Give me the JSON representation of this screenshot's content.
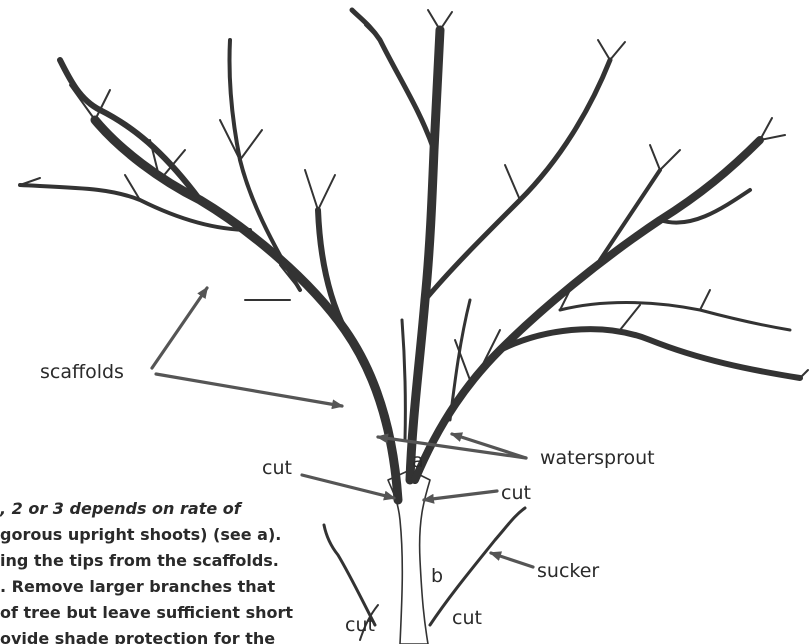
{
  "labels": {
    "scaffolds": "scaffolds",
    "watersprout": "watersprout",
    "sucker": "sucker",
    "cut_left_upper": "cut",
    "cut_right_upper": "cut",
    "cut_bottom_left": "cut",
    "cut_bottom_right": "cut",
    "a": "a",
    "b": "b"
  },
  "caption": {
    "line1_italic": ", 2 or 3 depends on rate of",
    "line2": "gorous upright shoots) (see a).",
    "line3": "ing the tips from the scaffolds.",
    "line4": ". Remove larger branches that",
    "line5": "of tree but leave sufficient short",
    "line6": "ovide shade protection for the"
  },
  "colors": {
    "ink": "#333333",
    "pointer": "#555555",
    "background": "#ffffff"
  }
}
